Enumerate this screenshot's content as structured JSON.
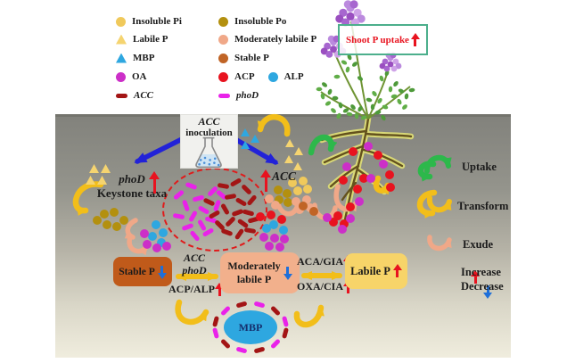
{
  "colors": {
    "insoluble_pi": "#F0C95B",
    "labile_tri": "#F5D470",
    "mbp_blue": "#2EA7E0",
    "oa": "#CC2FC8",
    "acc_rod": "#A31515",
    "insoluble_po": "#B3900F",
    "mod_labile": "#F0A888",
    "stable": "#C06426",
    "acp": "#E8131F",
    "alp": "#2EA7E0",
    "phod_rod": "#E922E9",
    "increase": "#E8131F",
    "decrease": "#1E6FD9",
    "uptake_green": "#2DB84B",
    "transform_yellow": "#F2BE1A",
    "exude_salmon": "#F0A888",
    "inoculation_blue": "#2222D8",
    "dashed_ellipse": "#E01B1B",
    "box_stable": "#C05A1A",
    "box_moderately": "#F2B08C",
    "box_labile": "#F7D469",
    "shoot_border": "#4CAF8C",
    "shoot_text": "#E8131F"
  },
  "legend": {
    "items": [
      {
        "label": "Insoluble Pi",
        "icon": "circle",
        "color": "#F0C95B",
        "italic": false
      },
      {
        "label": "Labile P",
        "icon": "triangle",
        "color": "#F5D470",
        "italic": false
      },
      {
        "label": "MBP",
        "icon": "triangle",
        "color": "#2EA7E0",
        "italic": false
      },
      {
        "label": "OA",
        "icon": "circle",
        "color": "#CC2FC8",
        "italic": false
      },
      {
        "label": "ACC",
        "icon": "dash",
        "color": "#A31515",
        "italic": true
      },
      {
        "label": "Insoluble Po",
        "icon": "circle",
        "color": "#B3900F",
        "italic": false
      },
      {
        "label": "Moderately labile P",
        "icon": "circle",
        "color": "#F0A888",
        "italic": false
      },
      {
        "label": "Stable P",
        "icon": "circle",
        "color": "#C06426",
        "italic": false
      },
      {
        "label": "ACP",
        "icon": "circle",
        "color": "#E8131F",
        "italic": false,
        "extra_label": "ALP",
        "extra_color": "#2EA7E0"
      },
      {
        "label": "phoD",
        "icon": "dash",
        "color": "#E922E9",
        "italic": true
      }
    ]
  },
  "shoot_box": {
    "label": "Shoot P uptake",
    "arrow": "up"
  },
  "inoculation_box": {
    "line1": "ACC",
    "line2": "inoculation"
  },
  "soil_labels": {
    "acc": "ACC",
    "keystone_gene": "phoD",
    "keystone_label": "Keystone taxa"
  },
  "process": {
    "stable": "Stable P",
    "acc": "ACC",
    "phod": "phoD",
    "acp_alp": "ACP/ALP",
    "moderately_line1": "Moderately",
    "moderately_line2": "labile P",
    "aca_gia": "ACA/GIA",
    "oxa_cia": "OXA/CIA",
    "labile": "Labile P",
    "mbp": "MBP"
  },
  "arrow_legend": {
    "uptake": "Uptake",
    "transform": "Transform",
    "exude": "Exude",
    "increase": "Increase",
    "decrease": "Decrease"
  }
}
